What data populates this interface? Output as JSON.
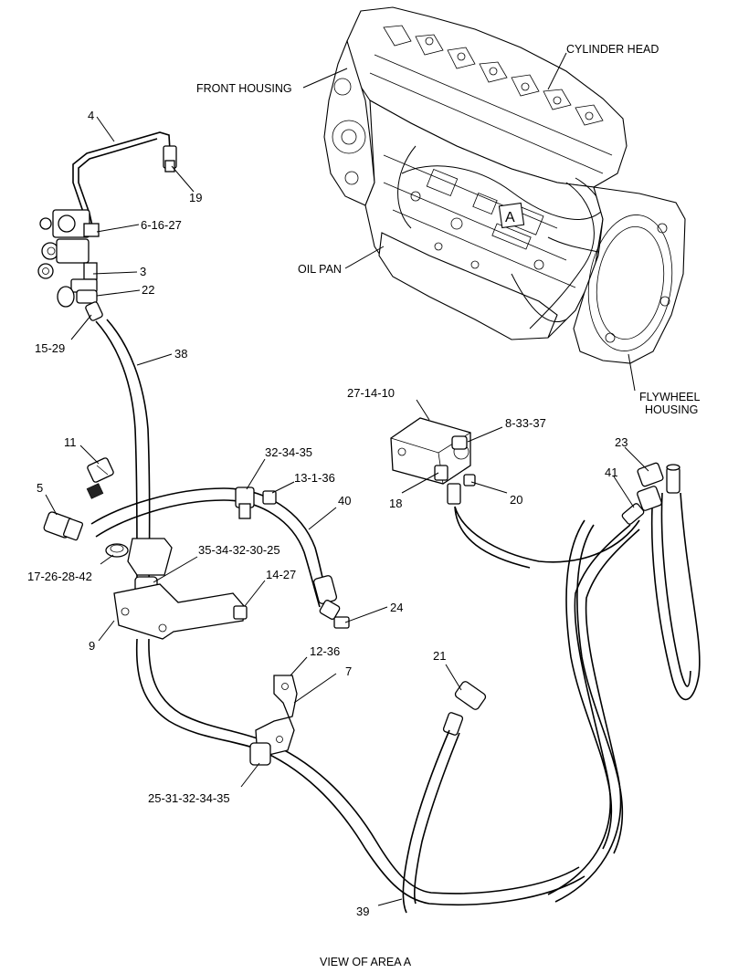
{
  "labels": {
    "cylinder_head": "CYLINDER HEAD",
    "front_housing": "FRONT HOUSING",
    "oil_pan": "OIL PAN",
    "flywheel_housing_1": "FLYWHEEL",
    "flywheel_housing_2": "HOUSING",
    "area_marker": "A"
  },
  "callouts": {
    "c4": "4",
    "c19": "19",
    "c6_16_27": "6-16-27",
    "c3": "3",
    "c22": "22",
    "c15_29": "15-29",
    "c38": "38",
    "c11": "11",
    "c5": "5",
    "c17_26_28_42": "17-26-28-42",
    "c32_34_35": "32-34-35",
    "c13_1_36": "13-1-36",
    "c40": "40",
    "c35_34_32_30_25": "35-34-32-30-25",
    "c14_27": "14-27",
    "c9": "9",
    "c24": "24",
    "c27_14_10": "27-14-10",
    "c8_33_37": "8-33-37",
    "c18": "18",
    "c20": "20",
    "c23": "23",
    "c41": "41",
    "c21": "21",
    "c12_36": "12-36",
    "c7": "7",
    "c25_31_32_34_35": "25-31-32-34-35",
    "c39": "39"
  },
  "caption": "VIEW OF AREA A"
}
